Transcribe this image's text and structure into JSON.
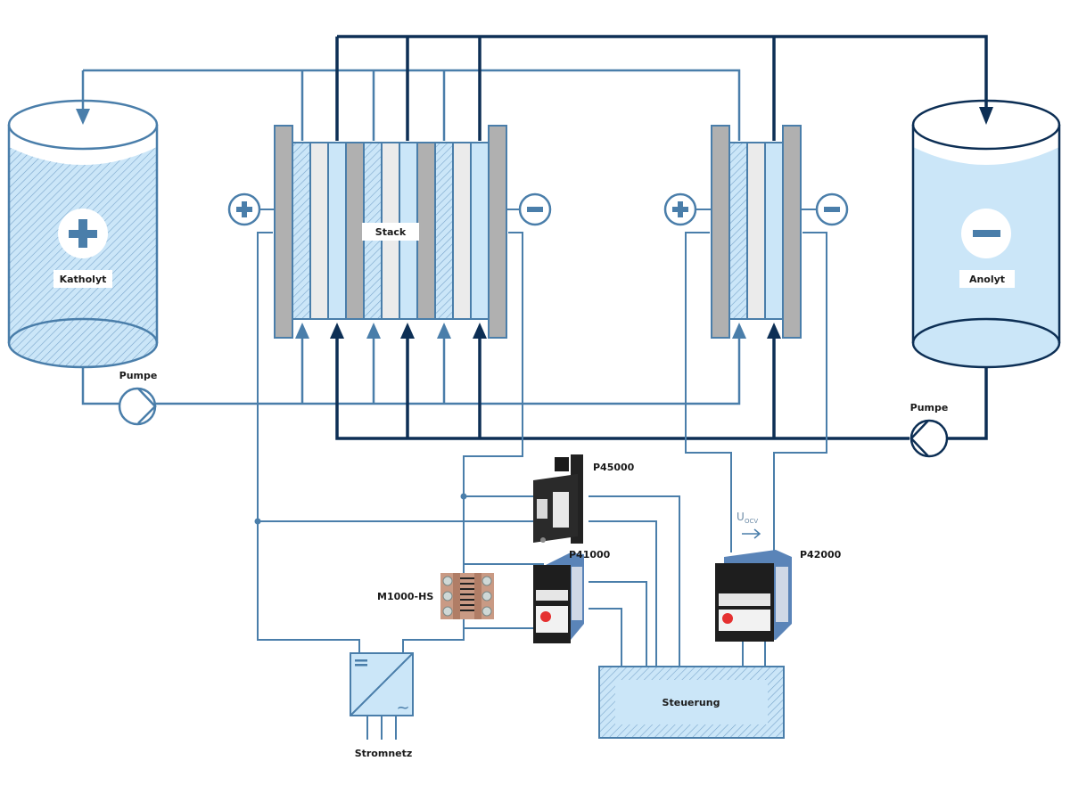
{
  "diagram": {
    "title": "Redox-Flow-Batterie Messschaltung",
    "colors": {
      "catholyte_line": "#4a7eaa",
      "anolyte_line": "#0d2f55",
      "electrolyte_fill": "#cbe6f8",
      "electrode_plate": "#b0b0b0",
      "membrane": "#ebebeb"
    },
    "tanks": {
      "catholyte": {
        "label": "Katholyt",
        "sign": "+",
        "icon": "plus-icon"
      },
      "anolyte": {
        "label": "Anolyt",
        "sign": "−",
        "icon": "minus-icon"
      }
    },
    "pumps": {
      "left": {
        "label": "Pumpe"
      },
      "right": {
        "label": "Pumpe"
      }
    },
    "stack": {
      "label": "Stack",
      "plus_terminal": "+",
      "minus_terminal": "−"
    },
    "reference_cell": {
      "plus_terminal": "+",
      "minus_terminal": "−"
    },
    "devices": {
      "p45000": {
        "label": "P45000"
      },
      "p41000": {
        "label": "P41000"
      },
      "p42000": {
        "label": "P42000"
      },
      "shunt": {
        "label": "M1000-HS"
      }
    },
    "converter": {
      "label": "Stromnetz",
      "dc_symbol": "=",
      "ac_symbol": "~"
    },
    "controller": {
      "label": "Steuerung"
    },
    "uocv": {
      "main": "U",
      "sub": "OCV",
      "arrow": "→"
    }
  }
}
